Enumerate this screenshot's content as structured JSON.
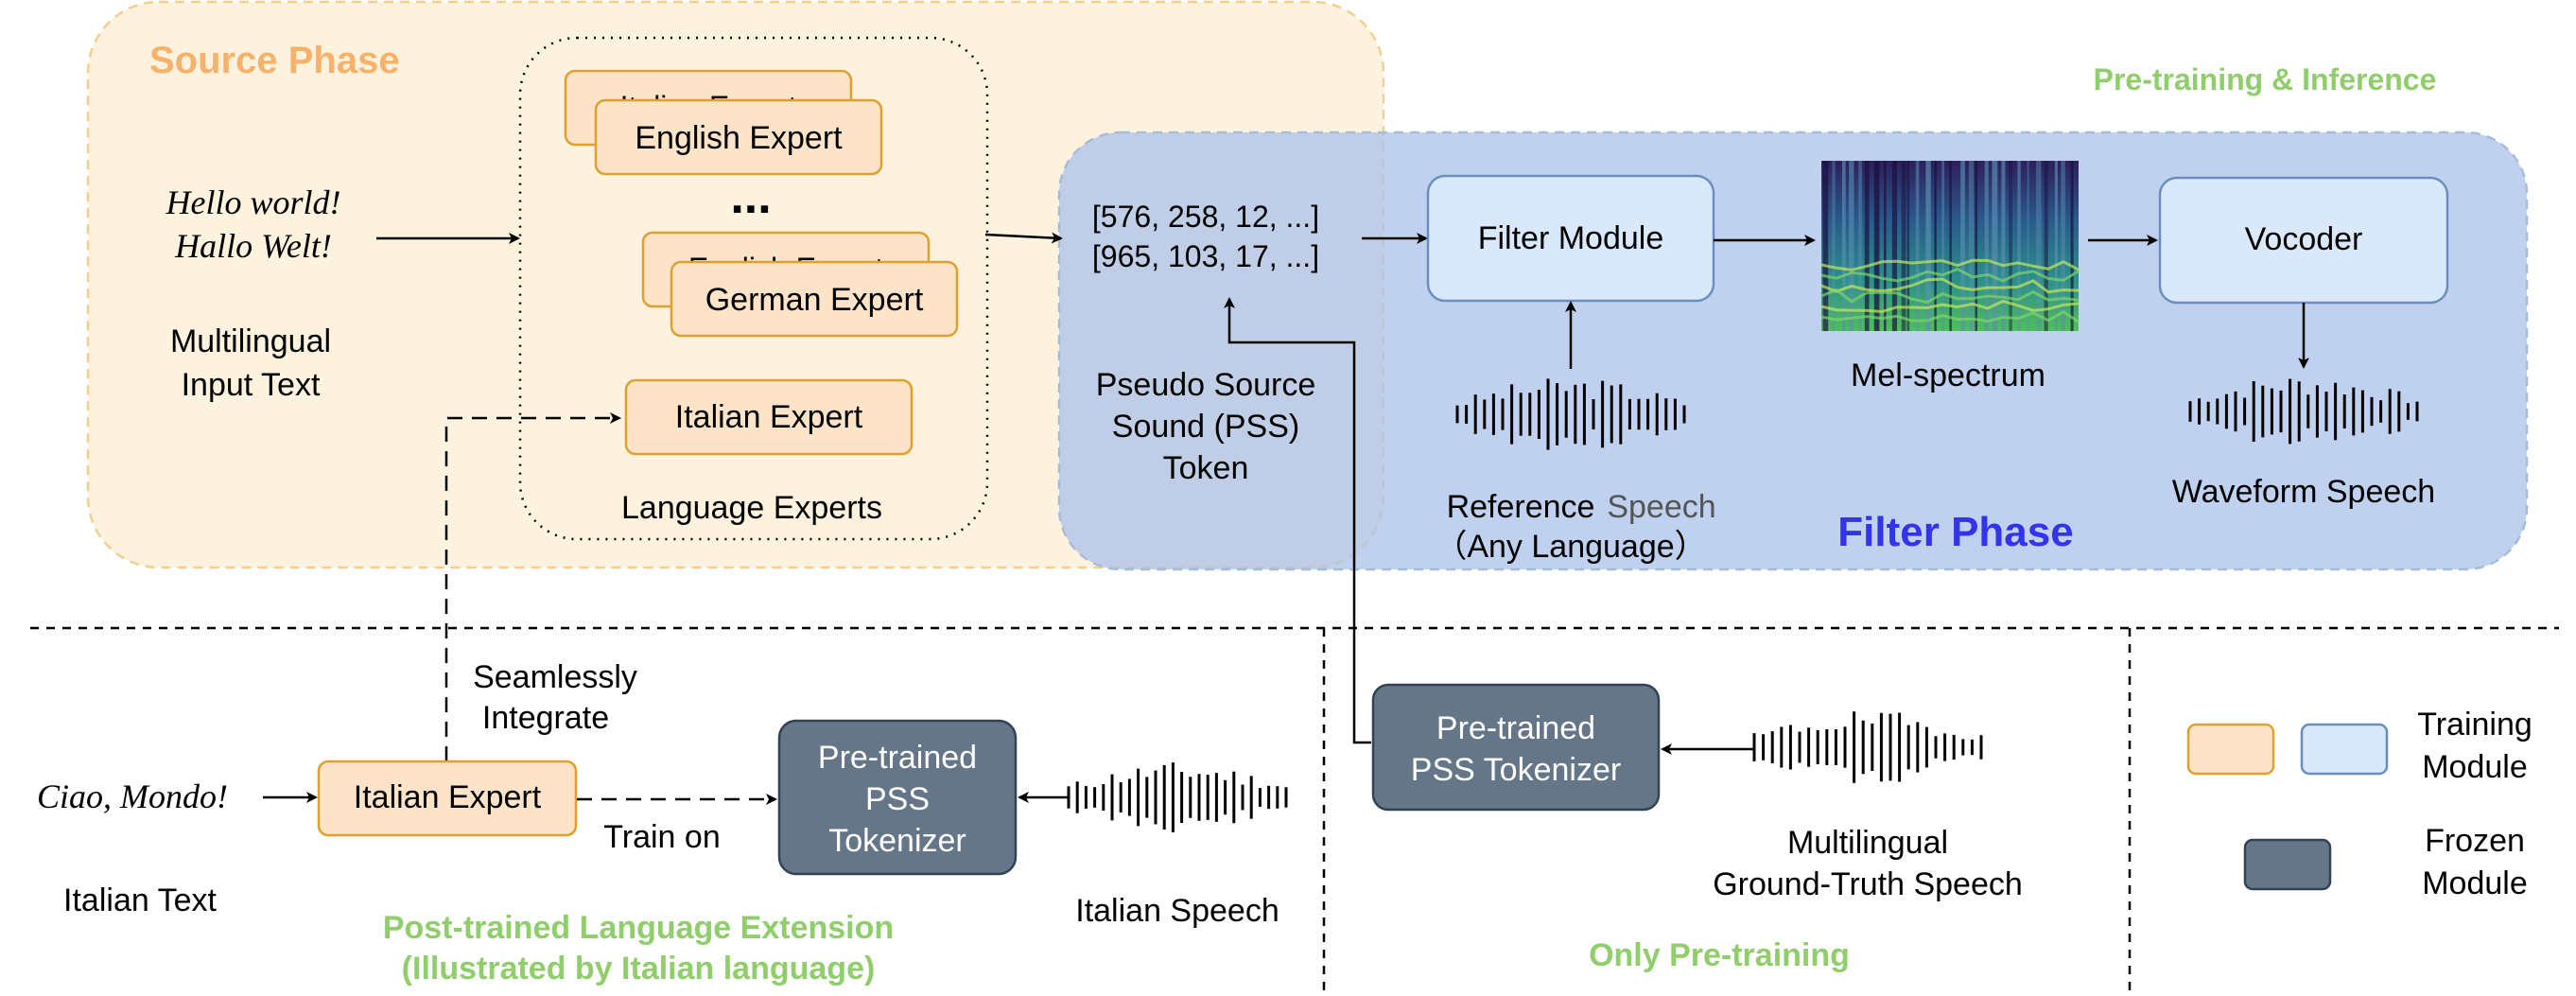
{
  "source_phase": {
    "title": "Source Phase",
    "input_text": [
      "Hello world!",
      "Hallo Welt!"
    ],
    "input_caption": [
      "Multilingual",
      "Input Text"
    ],
    "language_experts": {
      "back_labels": [
        "Italian Expert",
        "English Expert"
      ],
      "front_labels": [
        "English Expert",
        "German Expert"
      ],
      "ellipsis": "...",
      "new_expert": "Italian Expert",
      "caption": "Language Experts"
    }
  },
  "pss": {
    "tokens": [
      "[576, 258, 12, ...]",
      "[965, 103, 17, ...]"
    ],
    "caption": [
      "Pseudo Source",
      "Sound (PSS)",
      "Token"
    ]
  },
  "filter_phase": {
    "title": "Filter Phase",
    "pretrain_label": "Pre-training & Inference",
    "filter_module": "Filter Module",
    "mel_caption": "Mel-spectrum",
    "vocoder": "Vocoder",
    "waveform_caption": "Waveform Speech",
    "reference_caption": [
      "Reference",
      "Speech",
      "（Any Language）"
    ]
  },
  "extension": {
    "seamless_label": [
      "Seamlessly",
      "Integrate"
    ],
    "input_text": "Ciao, Mondo!",
    "input_caption": "Italian Text",
    "expert": "Italian Expert",
    "train_on": "Train on",
    "tokenizer": [
      "Pre-trained",
      "PSS",
      "Tokenizer"
    ],
    "speech_caption": "Italian Speech",
    "section_label": [
      "Post-trained Language Extension",
      "(Illustrated by Italian language)"
    ]
  },
  "pretraining_only": {
    "tokenizer": [
      "Pre-trained",
      "PSS Tokenizer"
    ],
    "speech_caption": [
      "Multilingual",
      "Ground-Truth Speech"
    ],
    "section_label": "Only Pre-training"
  },
  "legend": {
    "training": [
      "Training",
      "Module"
    ],
    "frozen": [
      "Frozen",
      "Module"
    ]
  },
  "colors": {
    "source_bg": "#fdf0d8",
    "filter_bg": "#b9cdeb",
    "expert_fill": "#fde3c8",
    "expert_stroke": "#e0a030",
    "training_fill": "#dae8fc",
    "training_stroke": "#6c8ebf",
    "frozen_fill": "#647687",
    "green_label": "#8fce6b",
    "source_title": "#f6b26b",
    "filter_title": "#3333ee"
  }
}
